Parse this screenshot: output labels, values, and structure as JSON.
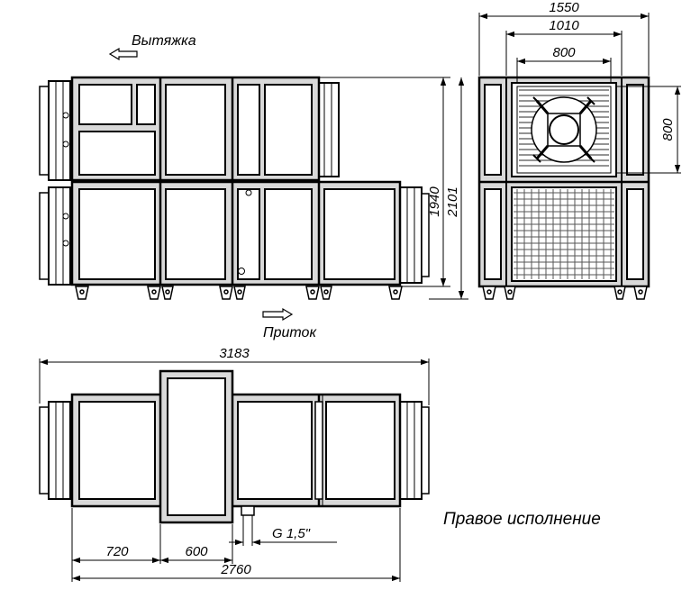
{
  "labels": {
    "exhaust": "Вытяжка",
    "supply": "Приток",
    "version": "Правое исполнение"
  },
  "dimensions": {
    "overall_depth": "1550",
    "frame_depth": "1010",
    "fan_width": "800",
    "fan_height": "800",
    "body_height": "1940",
    "total_height": "2101",
    "total_length": "3183",
    "body_length": "2760",
    "section_720": "720",
    "section_600": "600",
    "drain": "G 1,5\""
  },
  "colors": {
    "line": "#000000",
    "frame_fill": "#d9d9d9",
    "panel_fill": "#ffffff",
    "mesh": "#555555"
  },
  "icons": {
    "exhaust_arrow": "arrow-left-icon",
    "supply_arrow": "arrow-right-icon"
  }
}
